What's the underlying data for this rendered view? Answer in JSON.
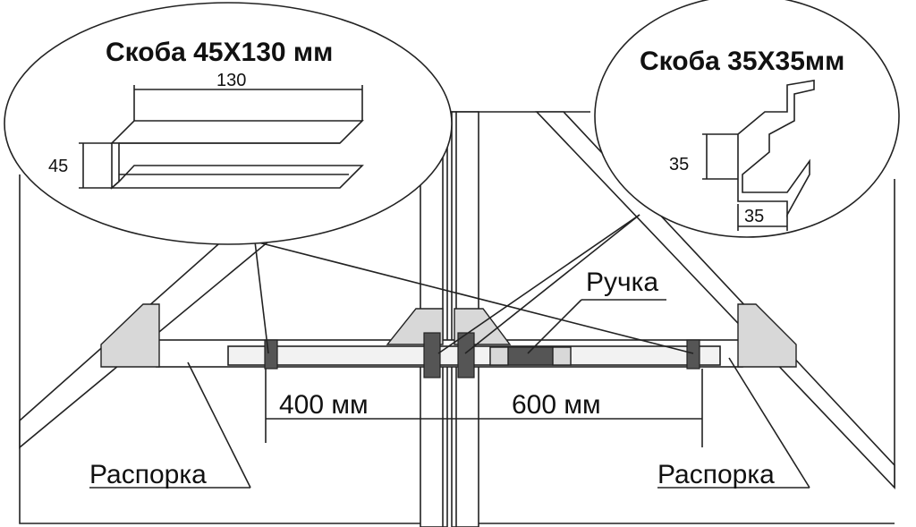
{
  "bracket_large": {
    "title": "Скоба 45Х130 мм",
    "width_label": "130",
    "height_label": "45"
  },
  "bracket_small": {
    "title": "Скоба 35Х35мм",
    "height_label": "35",
    "width_label": "35"
  },
  "handle_label": "Ручка",
  "distances": {
    "left": "400 мм",
    "right": "600 мм"
  },
  "spacer_left_label": "Распорка",
  "spacer_right_label": "Распорка"
}
